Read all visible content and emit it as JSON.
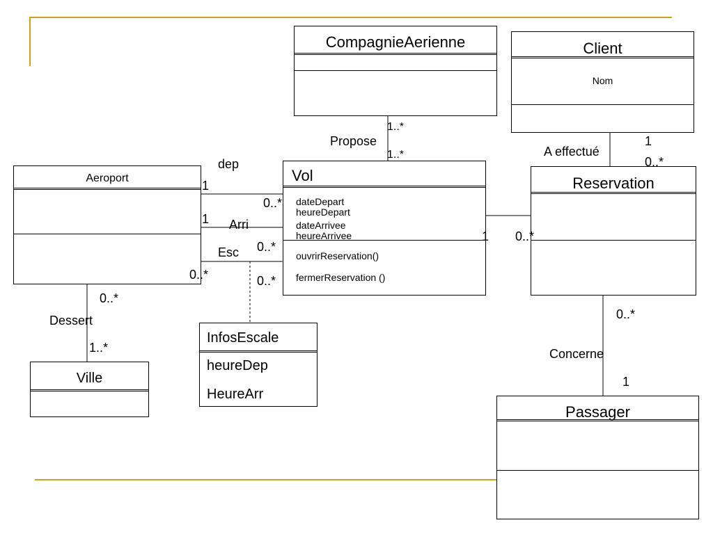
{
  "classes": {
    "compagnie": {
      "name": "CompagnieAerienne"
    },
    "client": {
      "name": "Client",
      "attributes": [
        "Nom"
      ]
    },
    "aeroport": {
      "name": "Aeroport"
    },
    "vol": {
      "name": "Vol",
      "attributes": [
        "dateDepart",
        "heureDepart",
        "dateArrivee",
        "heureArrivee"
      ],
      "operations": [
        "ouvrirReservation()",
        "fermerReservation ()"
      ]
    },
    "reservation": {
      "name": "Reservation"
    },
    "ville": {
      "name": "Ville"
    },
    "infosescale": {
      "name": "InfosEscale",
      "attributes": [
        "heureDep",
        "HeureArr"
      ]
    },
    "passager": {
      "name": "Passager"
    }
  },
  "associations": {
    "propose": {
      "label": "Propose",
      "mult_compagnie": "1..*",
      "mult_vol": "1..*"
    },
    "effectue": {
      "label": "A effectué",
      "mult_client": "1",
      "mult_reservation": "0..*"
    },
    "dep": {
      "label": "dep",
      "mult_aeroport": "1",
      "mult_vol": "0..*"
    },
    "arri": {
      "label": "Arri",
      "mult_aeroport": "1",
      "mult_vol": "0..*"
    },
    "esc": {
      "label": "Esc",
      "mult_aeroport": "0..*",
      "mult_vol": "0..*"
    },
    "vol_reservation": {
      "mult_vol": "1",
      "mult_reservation": "0..*"
    },
    "dessert": {
      "label": "Dessert",
      "mult_aeroport": "0..*",
      "mult_ville": "1..*"
    },
    "concerne": {
      "label": "Concerne",
      "mult_reservation": "0..*",
      "mult_passager": "1"
    }
  },
  "colors": {
    "frame_line": "#d4a017",
    "line": "#000000"
  }
}
